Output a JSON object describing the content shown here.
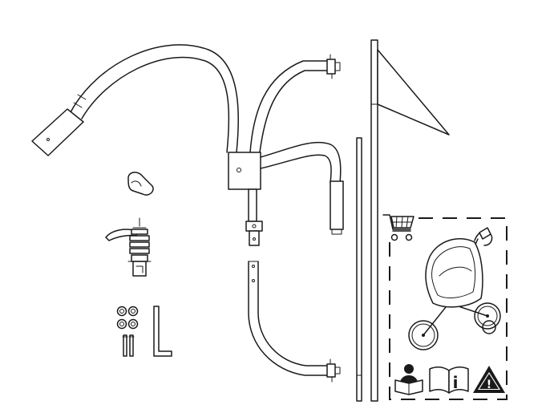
{
  "diagram": {
    "kind": "parts-overview",
    "colors": {
      "line": "#1a1a1a",
      "background": "#ffffff",
      "warning_fill": "#1a1a1a"
    },
    "parts": [
      {
        "id": "handlebar-frame",
        "icon": "handlebar-frame-icon"
      },
      {
        "id": "lower-frame-tube",
        "icon": "frame-tube-icon"
      },
      {
        "id": "wheel-arm",
        "icon": "wheel-arm-icon"
      },
      {
        "id": "flag-pole",
        "icon": "flag-pole-icon"
      },
      {
        "id": "safety-flag",
        "icon": "flag-icon"
      },
      {
        "id": "knob",
        "icon": "knob-icon"
      },
      {
        "id": "coil-spring-strap",
        "icon": "spring-icon"
      },
      {
        "id": "nuts-and-washers",
        "icon": "nut-icon"
      },
      {
        "id": "bolts",
        "icon": "bolt-icon"
      },
      {
        "id": "allen-key",
        "icon": "allen-key-icon"
      }
    ],
    "included_box": {
      "shopping-cart-icon": "cart",
      "product": "jogging-stroller",
      "symbols": [
        "read-manual-icon",
        "info-book-icon",
        "warning-triangle-icon"
      ],
      "info_letter": "i",
      "warning_mark": "!"
    }
  }
}
